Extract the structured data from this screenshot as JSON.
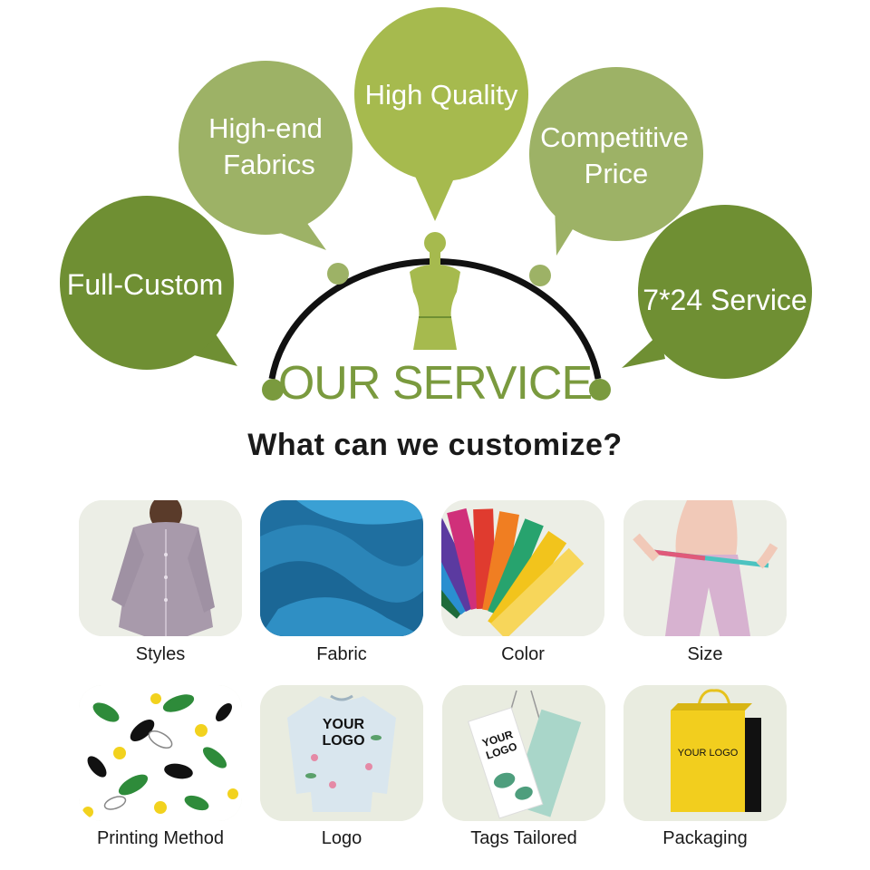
{
  "service": {
    "title": "OUR SERVICE",
    "bubbles": {
      "full_custom": "Full-Custom",
      "high_end_line1": "High-end",
      "high_end_line2": "Fabrics",
      "high_quality": "High Quality",
      "competitive_line1": "Competitive",
      "competitive_line2": "Price",
      "service_24": "7*24 Service"
    },
    "colors": {
      "dark": "#6f8f33",
      "mid": "#9db266",
      "bright": "#a6ba4e",
      "arc": "#111111"
    }
  },
  "customize": {
    "heading": "What can we customize?",
    "items": [
      {
        "label": "Styles",
        "icon": "pajamas-model-image"
      },
      {
        "label": "Fabric",
        "icon": "blue-fabric-image"
      },
      {
        "label": "Color",
        "icon": "color-swatch-fan-image"
      },
      {
        "label": "Size",
        "icon": "measuring-tape-image"
      },
      {
        "label": "Printing Method",
        "icon": "leaf-print-image"
      },
      {
        "label": "Logo",
        "icon": "logo-shirt-image"
      },
      {
        "label": "Tags Tailored",
        "icon": "hang-tags-image"
      },
      {
        "label": "Packaging",
        "icon": "shopping-bag-image"
      }
    ],
    "logo_text_shirt_1": "YOUR",
    "logo_text_shirt_2": "LOGO",
    "tag_text_1": "YOUR",
    "tag_text_2": "LOGO",
    "bag_text": "YOUR LOGO"
  }
}
